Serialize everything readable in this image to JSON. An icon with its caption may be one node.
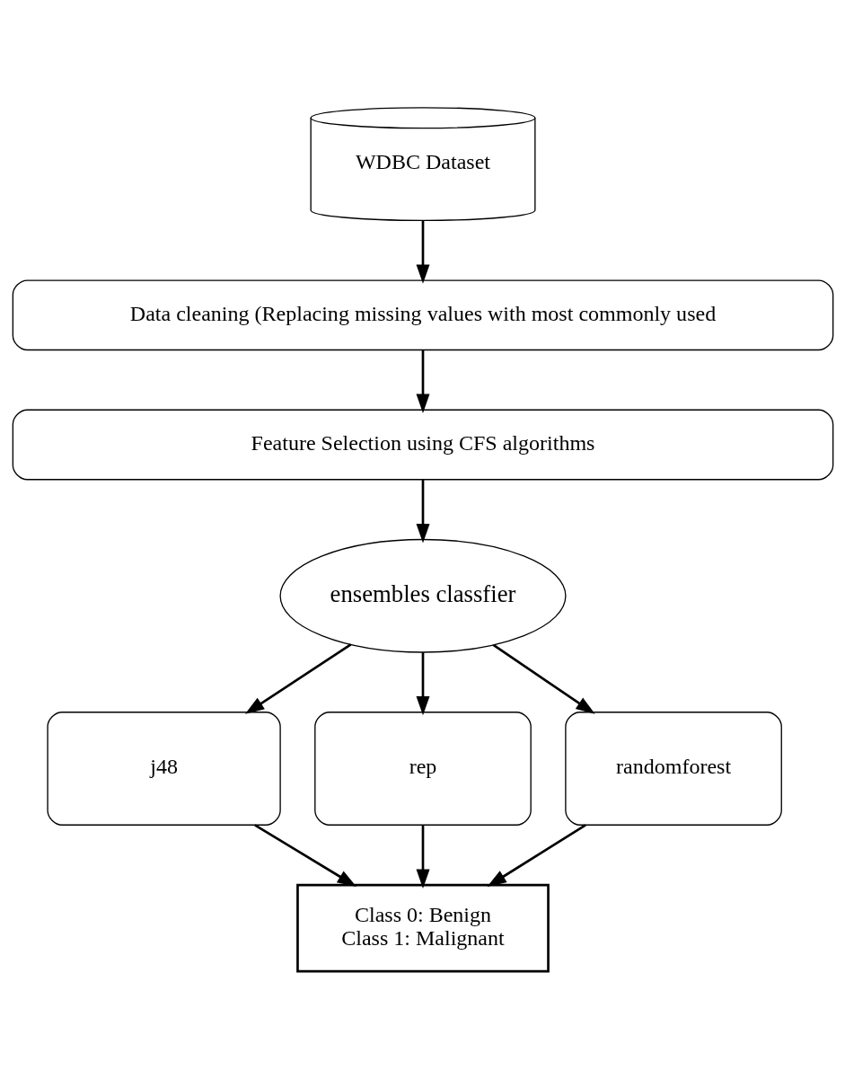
{
  "diagram": {
    "nodes": [
      {
        "text": [
          "WDBC Dataset"
        ]
      },
      {
        "text": [
          "Data cleaning (Replacing missing values with most commonly used"
        ]
      },
      {
        "text": [
          "Feature Selection using CFS algorithms"
        ]
      },
      {
        "text": [
          "ensembles classfier"
        ]
      },
      {
        "text": [
          "j48"
        ]
      },
      {
        "text": [
          "rep"
        ]
      },
      {
        "text": [
          "randomforest"
        ]
      },
      {
        "text": [
          "Class 0: Benign",
          "Class 1: Malignant"
        ]
      }
    ],
    "edges": [
      {
        "from": 0,
        "to": 1,
        "arrow": "to"
      },
      {
        "from": 1,
        "to": 2,
        "arrow": "to"
      },
      {
        "from": 2,
        "to": 3,
        "arrow": "to"
      },
      {
        "from": 3,
        "to": 4,
        "arrow": "to"
      },
      {
        "from": 3,
        "to": 5,
        "arrow": "to"
      },
      {
        "from": 3,
        "to": 6,
        "arrow": "to"
      },
      {
        "from": 4,
        "to": 7,
        "arrow": "to"
      },
      {
        "from": 5,
        "to": 7,
        "arrow": "to"
      },
      {
        "from": 6,
        "to": 7,
        "arrow": "to"
      }
    ]
  }
}
